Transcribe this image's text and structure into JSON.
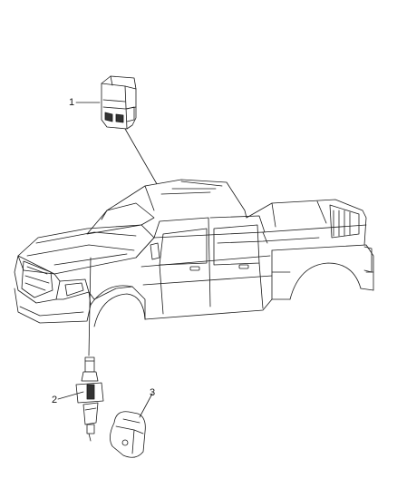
{
  "diagram": {
    "callouts": [
      {
        "id": "1",
        "label": "1",
        "part": "overhead-module"
      },
      {
        "id": "2",
        "label": "2",
        "part": "sensor-assembly"
      },
      {
        "id": "3",
        "label": "3",
        "part": "mounting-bracket"
      }
    ],
    "colors": {
      "line": "#1a1a1a",
      "background": "#ffffff"
    }
  }
}
